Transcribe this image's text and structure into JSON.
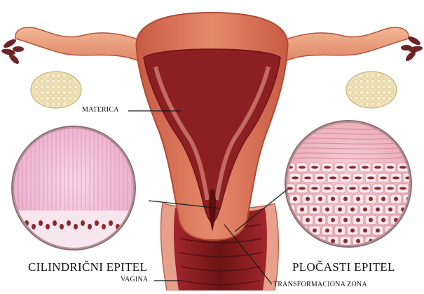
{
  "labels": {
    "uterus": "MATERICA",
    "columnar_epithelium": "CILINDRIČNI EPITEL",
    "squamous_epithelium": "PLOČASTI EPITEL",
    "vagina": "VAGINA",
    "transformation_zone": "TRANSFORMACIONA ZONA"
  },
  "colors": {
    "uterus_outer": "#d9715a",
    "uterus_inner": "#8b1f22",
    "tube": "#e9a07f",
    "ovary": "#efe2b8",
    "fimbria": "#6e2427",
    "columnar_bg": "#f3c6dc",
    "squamous_bg": "#f4c2c8",
    "nucleus": "#8a2a2e"
  }
}
